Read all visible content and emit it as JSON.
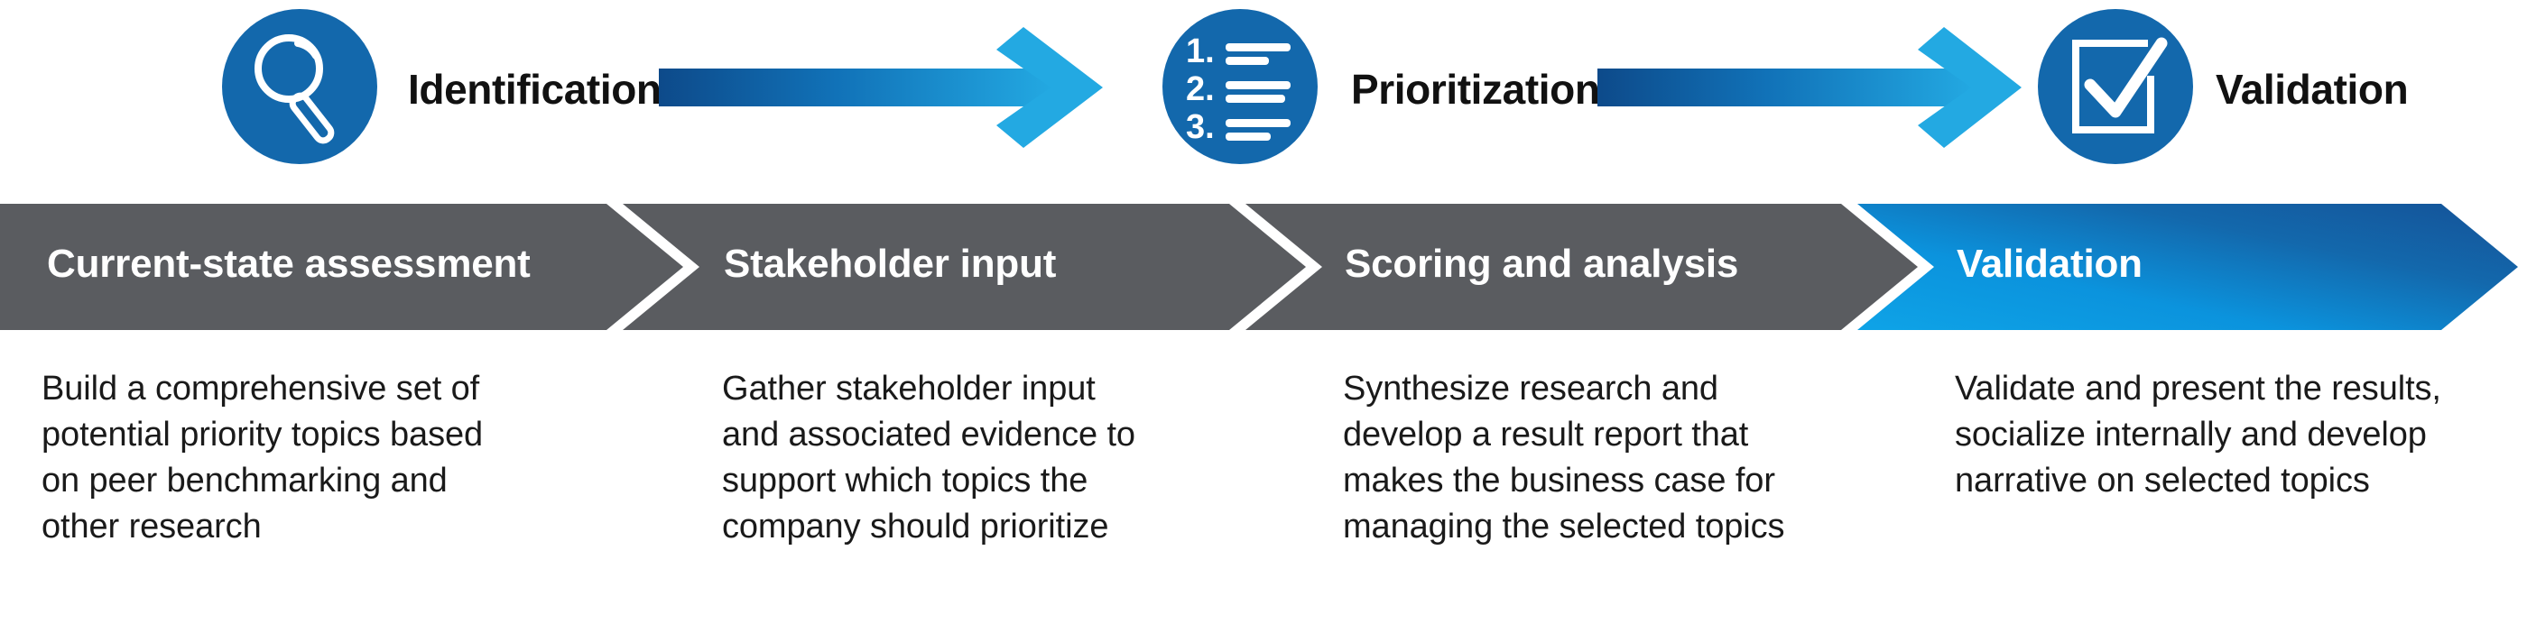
{
  "colors": {
    "icon_circle": "#1368ac",
    "arrow_dark": "#0d4c8c",
    "arrow_light": "#1ba3e0",
    "banner_gray": "#5a5c60",
    "banner_blue_light": "#0b9ae0",
    "banner_blue_dark": "#1160a8",
    "banner_text": "#ffffff",
    "label_text": "#111111",
    "body_text": "#1a1a1a",
    "page_background": "#ffffff"
  },
  "top_row": {
    "nodes": [
      {
        "icon": "magnifier-icon",
        "label": "Identification"
      },
      {
        "icon": "numbered-list-icon",
        "label": "Prioritization"
      },
      {
        "icon": "checkbox-check-icon",
        "label": "Validation"
      }
    ],
    "list_icon_numbers": [
      "1.",
      "2.",
      "3."
    ],
    "arrows": [
      {
        "name": "arrow-identification-to-prioritization"
      },
      {
        "name": "arrow-prioritization-to-validation"
      }
    ]
  },
  "banner": {
    "segments": [
      {
        "label": "Current-state assessment",
        "style": "gray"
      },
      {
        "label": "Stakeholder input",
        "style": "gray"
      },
      {
        "label": "Scoring and analysis",
        "style": "gray"
      },
      {
        "label": "Validation",
        "style": "blue"
      }
    ]
  },
  "descriptions": [
    {
      "lines": [
        "Build a comprehensive set of",
        "potential priority topics based",
        "on peer benchmarking and",
        "other research"
      ]
    },
    {
      "lines": [
        "Gather stakeholder input",
        "and associated evidence to",
        "support which topics the",
        "company should prioritize"
      ]
    },
    {
      "lines": [
        "Synthesize research and",
        "develop a result report that",
        "makes the business case for",
        "managing the selected topics"
      ]
    },
    {
      "lines": [
        "Validate and present the results,",
        "socialize internally and develop",
        "narrative on selected topics"
      ]
    }
  ]
}
